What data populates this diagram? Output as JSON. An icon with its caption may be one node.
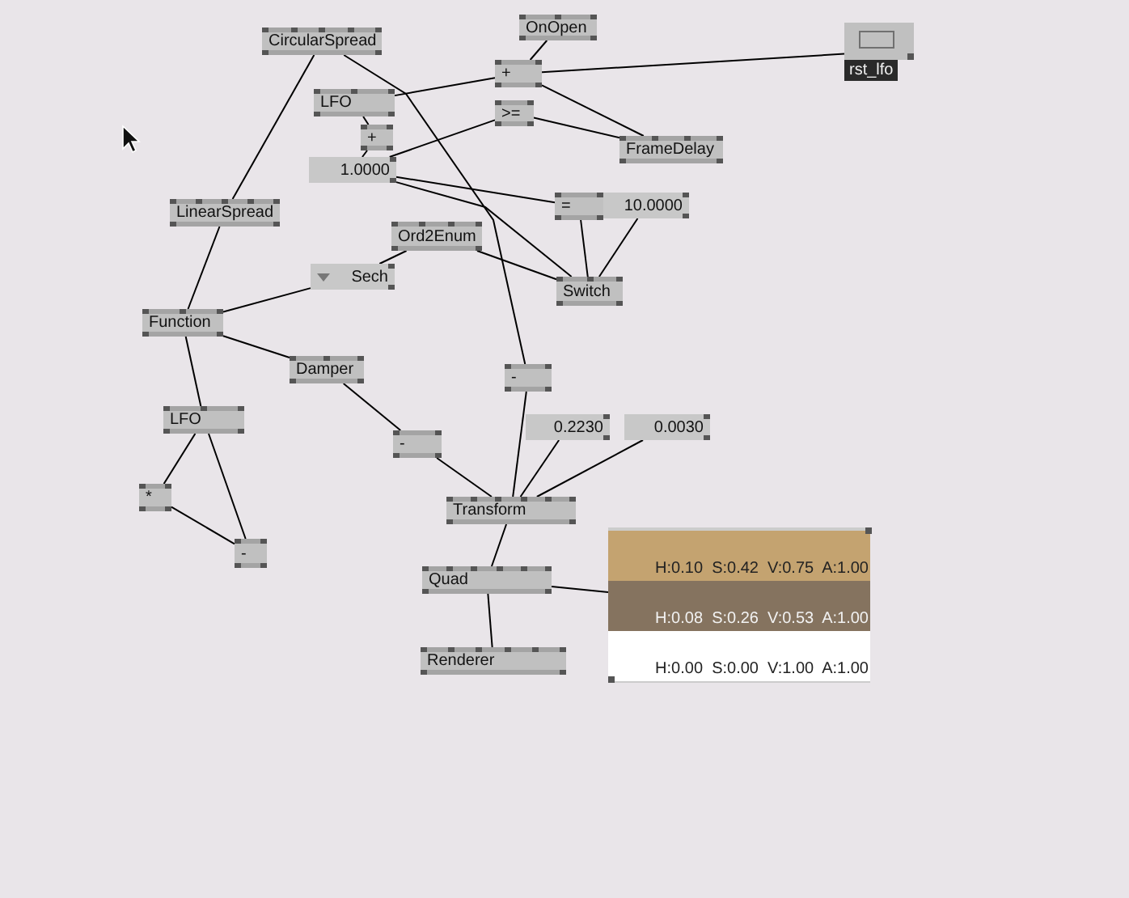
{
  "diagram": {
    "nodes": [
      {
        "text": [
          "CircularSpread"
        ]
      },
      {
        "text": [
          "OnOpen"
        ]
      },
      {
        "text": [
          "+"
        ]
      },
      {
        "text": [
          "rst_lfo"
        ]
      },
      {
        "text": [
          "LFO"
        ]
      },
      {
        "text": [
          ">="
        ]
      },
      {
        "text": [
          "+"
        ]
      },
      {
        "text": [
          "1.0000"
        ]
      },
      {
        "text": [
          "FrameDelay"
        ]
      },
      {
        "text": [
          "="
        ]
      },
      {
        "text": [
          "10.0000"
        ]
      },
      {
        "text": [
          "LinearSpread"
        ]
      },
      {
        "text": [
          "Ord2Enum"
        ]
      },
      {
        "text": [
          "Sech"
        ]
      },
      {
        "text": [
          "Switch"
        ]
      },
      {
        "text": [
          "Function"
        ]
      },
      {
        "text": [
          "Damper"
        ]
      },
      {
        "text": [
          "-"
        ]
      },
      {
        "text": [
          "LFO"
        ]
      },
      {
        "text": [
          "-"
        ]
      },
      {
        "text": [
          "0.2230"
        ]
      },
      {
        "text": [
          "0.0030"
        ]
      },
      {
        "text": [
          "*"
        ]
      },
      {
        "text": [
          "Transform"
        ]
      },
      {
        "text": [
          "-"
        ]
      },
      {
        "text": [
          "Quad"
        ]
      },
      {
        "text": [
          "Renderer"
        ]
      },
      {
        "text": [
          "H:0.10  S:0.42  V:0.75  A:1.00",
          "H:0.08  S:0.26  V:0.53  A:1.00",
          "H:0.00  S:0.00  V:1.00  A:1.00"
        ]
      }
    ],
    "edges": [
      {
        "from": 1,
        "to": 2,
        "arrow": "none"
      },
      {
        "from": 2,
        "to": 3,
        "arrow": "none"
      },
      {
        "from": 4,
        "to": 2,
        "arrow": "none"
      },
      {
        "from": 4,
        "to": 6,
        "arrow": "none"
      },
      {
        "from": 6,
        "to": 7,
        "arrow": "none"
      },
      {
        "from": 7,
        "to": 5,
        "arrow": "none"
      },
      {
        "from": 5,
        "to": 8,
        "arrow": "none"
      },
      {
        "from": 2,
        "to": 8,
        "arrow": "none"
      },
      {
        "from": 7,
        "to": 9,
        "arrow": "none"
      },
      {
        "from": 7,
        "to": 14,
        "arrow": "none"
      },
      {
        "from": 9,
        "to": 14,
        "arrow": "none"
      },
      {
        "from": 10,
        "to": 14,
        "arrow": "none"
      },
      {
        "from": 12,
        "to": 13,
        "arrow": "none"
      },
      {
        "from": 12,
        "to": 14,
        "arrow": "none"
      },
      {
        "from": 0,
        "to": 11,
        "arrow": "none"
      },
      {
        "from": 0,
        "to": 17,
        "arrow": "none"
      },
      {
        "from": 17,
        "to": 23,
        "arrow": "none"
      },
      {
        "from": 11,
        "to": 15,
        "arrow": "none"
      },
      {
        "from": 13,
        "to": 15,
        "arrow": "none"
      },
      {
        "from": 15,
        "to": 16,
        "arrow": "none"
      },
      {
        "from": 15,
        "to": 18,
        "arrow": "none"
      },
      {
        "from": 16,
        "to": 19,
        "arrow": "none"
      },
      {
        "from": 19,
        "to": 23,
        "arrow": "none"
      },
      {
        "from": 20,
        "to": 23,
        "arrow": "none"
      },
      {
        "from": 21,
        "to": 23,
        "arrow": "none"
      },
      {
        "from": 18,
        "to": 22,
        "arrow": "none"
      },
      {
        "from": 18,
        "to": 24,
        "arrow": "none"
      },
      {
        "from": 22,
        "to": 24,
        "arrow": "none"
      },
      {
        "from": 23,
        "to": 25,
        "arrow": "none"
      },
      {
        "from": 25,
        "to": 26,
        "arrow": "none"
      },
      {
        "from": 25,
        "to": 27,
        "arrow": "none"
      }
    ]
  }
}
